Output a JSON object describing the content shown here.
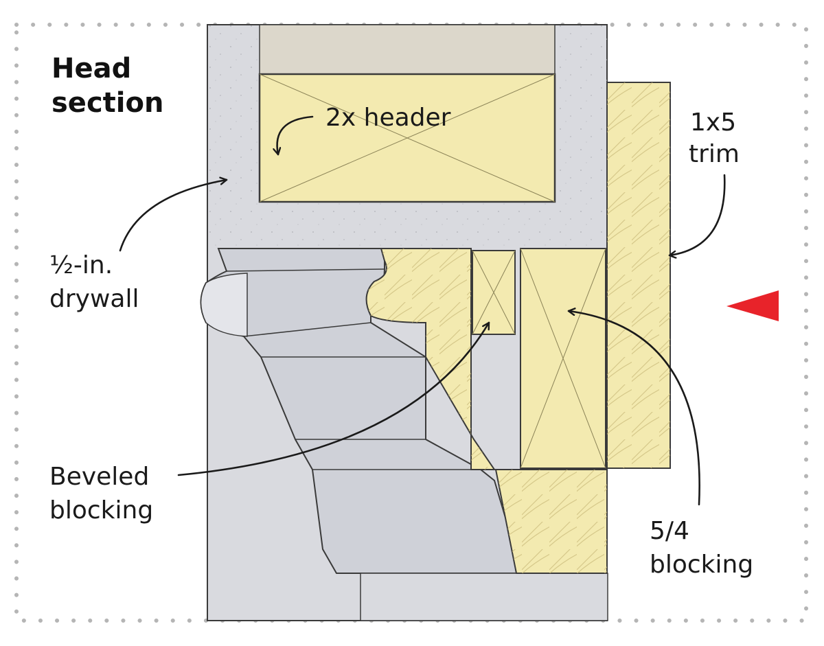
{
  "title": {
    "line1": "Head",
    "line2": "section"
  },
  "labels": {
    "header": "2x header",
    "trim_line1": "1x5",
    "trim_line2": "trim",
    "drywall_line1": "½-in.",
    "drywall_line2": "drywall",
    "beveled_line1": "Beveled",
    "beveled_line2": "blocking",
    "blocking54_line1": "5/4",
    "blocking54_line2": "blocking"
  },
  "colors": {
    "drywall": "#d9dadf",
    "molding": "#cfd1d8",
    "wood": "#f3eab0",
    "outline": "#3a3a3a",
    "frame_dots": "#b5b5b5",
    "marker": "#e8232a"
  },
  "icons": {
    "marker": "red-triangle-marker"
  }
}
